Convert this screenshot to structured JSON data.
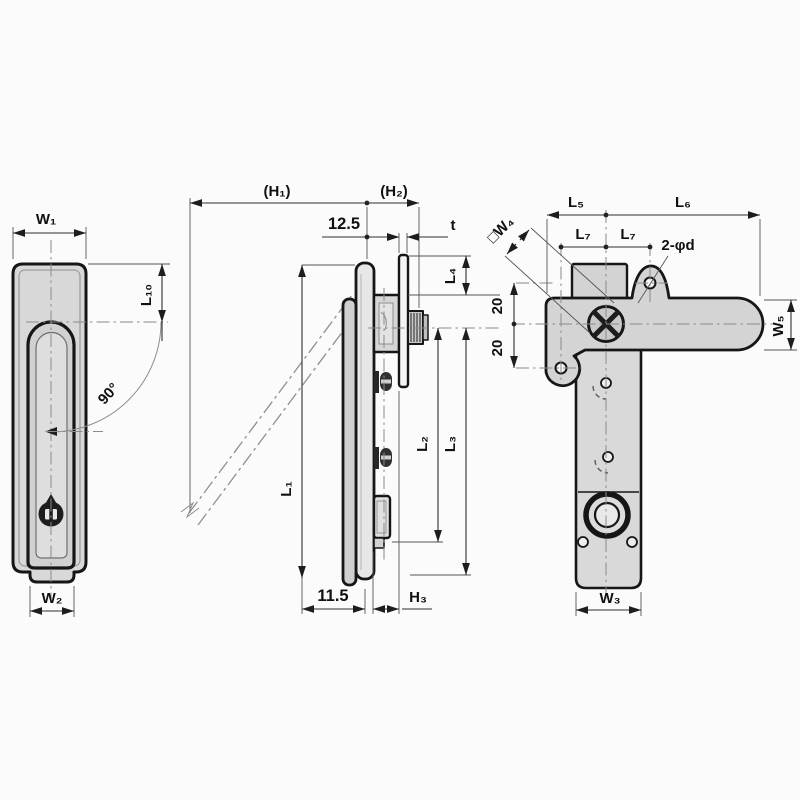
{
  "drawing_type": "engineering-drawing-three-views",
  "colors": {
    "outline": "#161616",
    "part_fill": "#d8d8d8",
    "dimension_line": "#2f2f2f",
    "centerline": "#8a8a8a",
    "background": "#fbfbfb"
  },
  "labels": {
    "front": {
      "w1": "W₁",
      "l10": "L₁₀",
      "swing_angle": "90°",
      "w2": "W₂"
    },
    "side": {
      "h1": "(H₁)",
      "h2": "(H₂)",
      "panel_offset": "12.5",
      "thickness": "t",
      "l4": "L₄",
      "l1": "L₁",
      "l2": "L₂",
      "l3": "L₃",
      "bottom_offset": "11.5",
      "h3": "H₃"
    },
    "back": {
      "l5": "L₅",
      "l6": "L₆",
      "l7_left": "L₇",
      "l7_right": "L₇",
      "square": "□W₄",
      "holes": "2-φd",
      "pitch_upper": "20",
      "pitch_lower": "20",
      "w5": "W₅",
      "w3": "W₃"
    }
  }
}
